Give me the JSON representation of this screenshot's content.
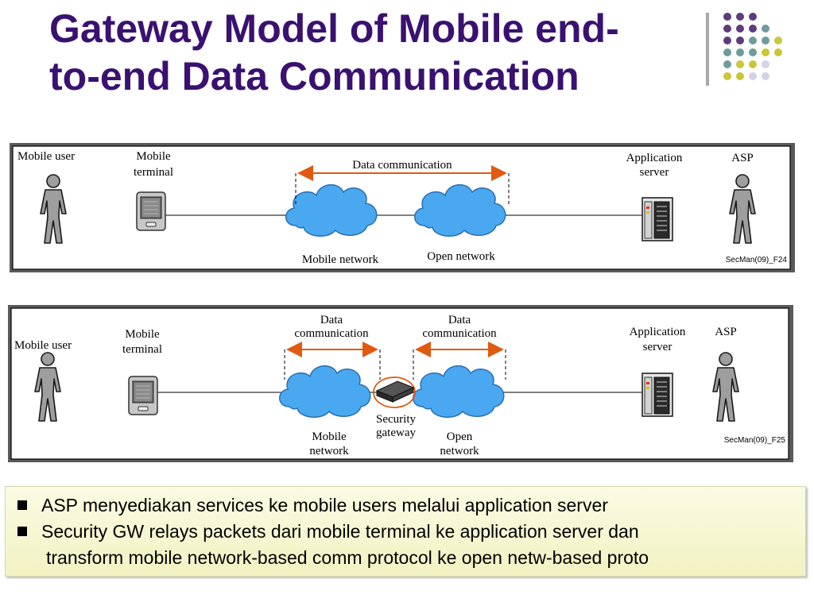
{
  "slide": {
    "title_line1": "Gateway Model of Mobile end-",
    "title_line2": "to-end Data Communication"
  },
  "diagram_top": {
    "mobile_user": "Mobile user",
    "mobile_terminal_1": "Mobile",
    "mobile_terminal_2": "terminal",
    "data_comm": "Data communication",
    "app_server_1": "Application",
    "app_server_2": "server",
    "asp": "ASP",
    "mobile_network": "Mobile network",
    "open_network": "Open network",
    "figure_code": "SecMan(09)_F24"
  },
  "diagram_bottom": {
    "mobile_user": "Mobile user",
    "mobile_terminal_1": "Mobile",
    "mobile_terminal_2": "terminal",
    "data_comm_left_1": "Data",
    "data_comm_left_2": "communication",
    "data_comm_right_1": "Data",
    "data_comm_right_2": "communication",
    "app_server_1": "Application",
    "app_server_2": "server",
    "asp": "ASP",
    "security_1": "Security",
    "security_2": "gateway",
    "mobile_network_1": "Mobile",
    "mobile_network_2": "network",
    "open_network_1": "Open",
    "open_network_2": "network",
    "figure_code": "SecMan(09)_F25"
  },
  "bullets": {
    "b1": "ASP menyediakan services ke mobile users melalui application server",
    "b2_line1": "Security GW relays packets dari mobile terminal ke application server dan",
    "b2_line2": "transform mobile network-based comm protocol ke open netw-based proto"
  },
  "colors": {
    "title": "#3a1170",
    "cloud": "#4aa8f0",
    "arrow": "#e05a10",
    "dot_purple": "#5e3b7c",
    "dot_teal": "#6f9b9b",
    "dot_yellow": "#c9c63a",
    "dot_lavender": "#d3d3e6"
  }
}
